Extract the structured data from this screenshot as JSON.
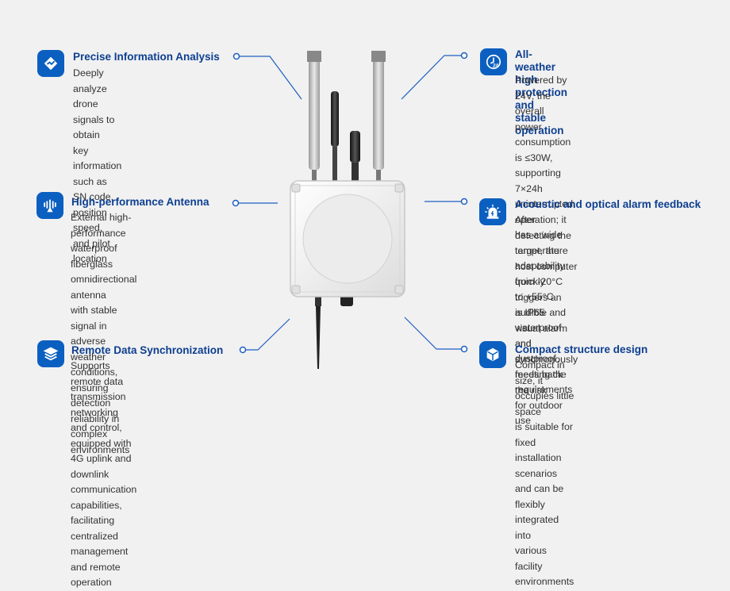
{
  "features": [
    {
      "id": "info-analysis",
      "icon": "chart-trend-icon",
      "title": "Precise Information Analysis",
      "desc": "Deeply analyze drone signals to obtain\nkey information such as SN code, position\nspeed, and pilot location"
    },
    {
      "id": "antenna",
      "icon": "antenna-icon",
      "title": "High-performance Antenna",
      "desc": "External high-performance\nwaterproof fiberglass omnidirectional antenna\nwith stable signal in adverse weather\nconditions, ensuring detection\nreliability in complex environments"
    },
    {
      "id": "remote-sync",
      "icon": "layers-icon",
      "title": "Remote Data Synchronization",
      "desc": "Supports remote data transmission networking\nand control, equipped with 4G uplink and downlink\ncommunication capabilities, facilitating centralized\nmanagement and remote operation"
    },
    {
      "id": "all-weather",
      "icon": "clock-24-icon",
      "title": "All-weather high protection\nand stable operation",
      "desc": "Powered by 24V, the overall power\nconsumption is ≤30W, supporting 7×24h\nuninterrupted operation; it has a wide\ntemperature adaptability from -20°C to +55°C\nis IP65 waterproof and dustproof\nmeeting the requirements for outdoor use"
    },
    {
      "id": "alarm",
      "icon": "alarm-light-icon",
      "title": "Acoustic and optical alarm feedback",
      "desc": "After detecting the target, the host computer\nquickly triggers an audible and visual alarm\nand synchronously feeds back the risk"
    },
    {
      "id": "compact",
      "icon": "cube-icon",
      "title": "Compact structure design",
      "desc": "Compact in size, it occupies little space\nis suitable for fixed installation scenarios\nand can be flexibly integrated into\nvarious facility environments"
    }
  ],
  "colors": {
    "accent": "#0b5fc0",
    "title": "#0d3f8f",
    "background": "#f1f1f2"
  }
}
